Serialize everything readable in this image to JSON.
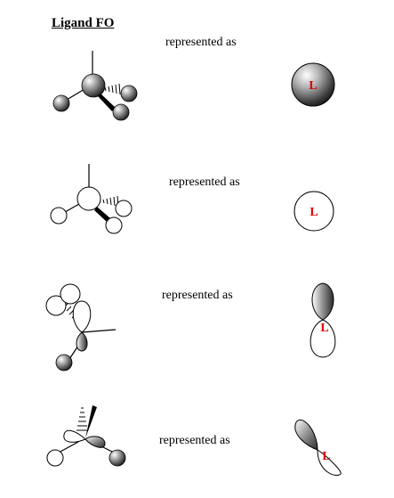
{
  "title": "Ligand FO",
  "represented_as": "represented as",
  "ligand_symbol": "L",
  "colors": {
    "label": "#e00000",
    "stroke": "#000000",
    "shade": "#555555"
  },
  "rows": [
    {
      "name": "shaded-sphere-model",
      "label": "represented as",
      "symbol": "L"
    },
    {
      "name": "open-sphere-model",
      "label": "represented as",
      "symbol": "L"
    },
    {
      "name": "vertical-orbital-model",
      "label": "represented as",
      "symbol": "L"
    },
    {
      "name": "tilted-orbital-model",
      "label": "represented as",
      "symbol": "L"
    }
  ]
}
